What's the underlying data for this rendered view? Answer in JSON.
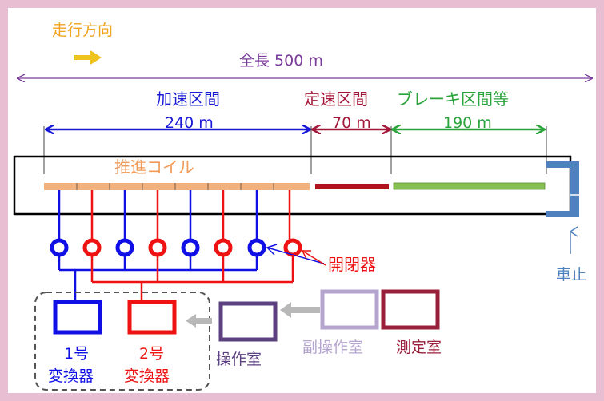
{
  "labels": {
    "direction": "走行方向",
    "total_length": "全長 500 m",
    "accel_title": "加速区間",
    "accel_length": "240 m",
    "const_title": "定速区間",
    "const_length": "70 m",
    "brake_title": "ブレーキ区間等",
    "brake_length": "190 m",
    "coil": "推進コイル",
    "switch": "開閉器",
    "stopper": "車止",
    "conv1_line1": "1号",
    "conv1_line2": "変換器",
    "conv2_line1": "2号",
    "conv2_line2": "変換器",
    "control_room": "操作室",
    "sub_control_room": "副操作室",
    "measurement_room": "測定室"
  },
  "colors": {
    "frame_bg": "#e8bfd2",
    "direction": "#f0a41f",
    "total": "#7a3b9b",
    "accel": "#1a1ad6",
    "const": "#a3173a",
    "brake": "#29a33a",
    "coil": "#f2b07d",
    "coil_label": "#f29a57",
    "const_segment": "#b1121e",
    "brake_segment": "#86c052",
    "stopper": "#4e81bd",
    "conv1": "#1010e6",
    "conv2": "#ee1212",
    "control_room": "#5c4080",
    "sub_control_room": "#b4a4ce",
    "measurement_room": "#9a1f3a",
    "gray_arrow": "#b8b8b8",
    "dashed_box": "#555555"
  }
}
